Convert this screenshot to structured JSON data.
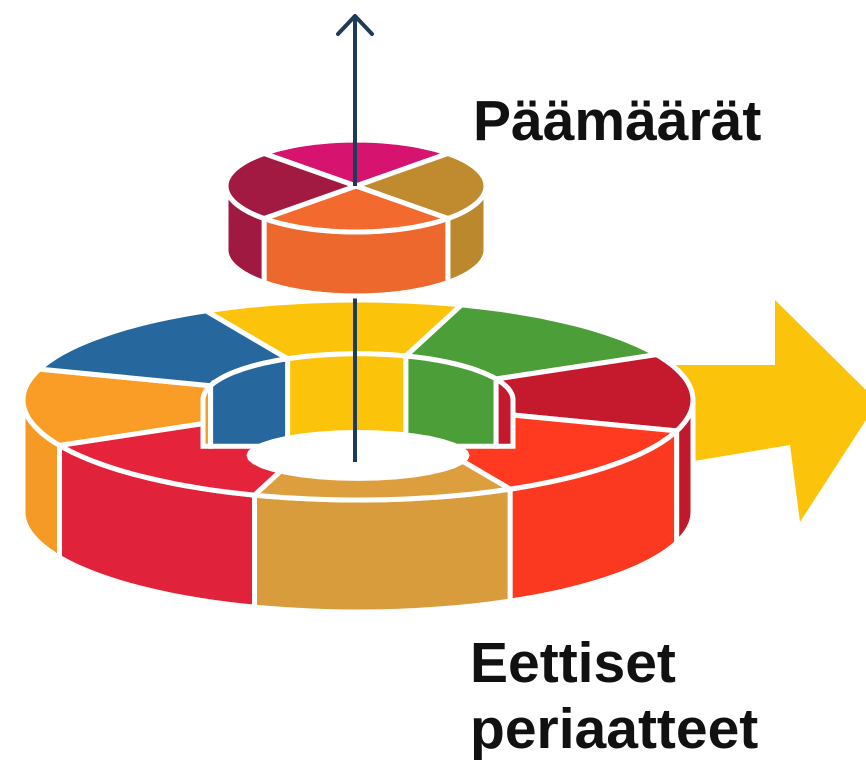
{
  "labels": {
    "goals": "Päämäärät",
    "principles_line1": "Eettiset",
    "principles_line2": "periaatteet"
  },
  "colors": {
    "upper_pie": [
      "#d6136f",
      "#bf8b2e",
      "#f26a2d",
      "#a21942"
    ],
    "lower_ring": [
      "#fcc30b",
      "#4c9f38",
      "#c5192d",
      "#ff3a21",
      "#dd9f3d",
      "#e5243b",
      "#f99d26",
      "#26689d"
    ],
    "axis_arrow": "#1f3b5a",
    "big_arrow": "#fcc30b"
  },
  "icons": [
    "up-arrow-icon",
    "right-arrow-icon"
  ]
}
